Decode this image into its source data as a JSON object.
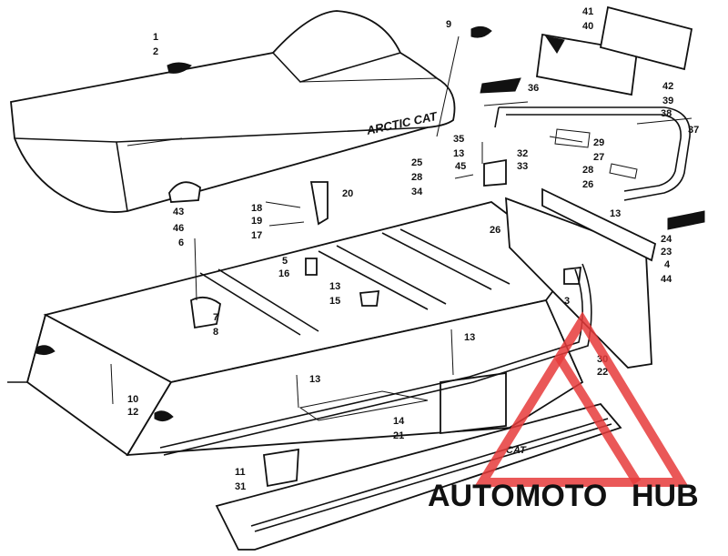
{
  "diagram": {
    "seat_brand": "ARCTIC CAT",
    "decal_text": "CAT",
    "watermark": {
      "part1": "AUTO",
      "part2": "MOTO",
      "part3": "HUB",
      "color_orange": "#F5A623",
      "color_red": "#E63B3B",
      "color_gray": "#5A5A5A"
    },
    "callouts": [
      {
        "id": "c1",
        "text": "1"
      },
      {
        "id": "c2",
        "text": "2"
      },
      {
        "id": "c9",
        "text": "9"
      },
      {
        "id": "c41",
        "text": "41"
      },
      {
        "id": "c40",
        "text": "40"
      },
      {
        "id": "c42",
        "text": "42"
      },
      {
        "id": "c39",
        "text": "39"
      },
      {
        "id": "c38",
        "text": "38"
      },
      {
        "id": "c36",
        "text": "36"
      },
      {
        "id": "c37",
        "text": "37"
      },
      {
        "id": "c35",
        "text": "35"
      },
      {
        "id": "c13a",
        "text": "13"
      },
      {
        "id": "c45",
        "text": "45"
      },
      {
        "id": "c33",
        "text": "33"
      },
      {
        "id": "c32",
        "text": "32"
      },
      {
        "id": "c29",
        "text": "29"
      },
      {
        "id": "c27",
        "text": "27"
      },
      {
        "id": "c25",
        "text": "25"
      },
      {
        "id": "c28a",
        "text": "28"
      },
      {
        "id": "c34",
        "text": "34"
      },
      {
        "id": "c28b",
        "text": "28"
      },
      {
        "id": "c26a",
        "text": "26"
      },
      {
        "id": "c20",
        "text": "20"
      },
      {
        "id": "c18",
        "text": "18"
      },
      {
        "id": "c19",
        "text": "19"
      },
      {
        "id": "c17",
        "text": "17"
      },
      {
        "id": "c43",
        "text": "43"
      },
      {
        "id": "c46",
        "text": "46"
      },
      {
        "id": "c6",
        "text": "6"
      },
      {
        "id": "c26b",
        "text": "26"
      },
      {
        "id": "c13b",
        "text": "13"
      },
      {
        "id": "c24",
        "text": "24"
      },
      {
        "id": "c23",
        "text": "23"
      },
      {
        "id": "c4",
        "text": "4"
      },
      {
        "id": "c44",
        "text": "44"
      },
      {
        "id": "c5",
        "text": "5"
      },
      {
        "id": "c16",
        "text": "16"
      },
      {
        "id": "c13c",
        "text": "13"
      },
      {
        "id": "c15",
        "text": "15"
      },
      {
        "id": "c3",
        "text": "3"
      },
      {
        "id": "c7",
        "text": "7"
      },
      {
        "id": "c8",
        "text": "8"
      },
      {
        "id": "c13d",
        "text": "13"
      },
      {
        "id": "c30",
        "text": "30"
      },
      {
        "id": "c22",
        "text": "22"
      },
      {
        "id": "c13e",
        "text": "13"
      },
      {
        "id": "c10",
        "text": "10"
      },
      {
        "id": "c12",
        "text": "12"
      },
      {
        "id": "c14",
        "text": "14"
      },
      {
        "id": "c21",
        "text": "21"
      },
      {
        "id": "c11",
        "text": "11"
      },
      {
        "id": "c31",
        "text": "31"
      }
    ]
  }
}
